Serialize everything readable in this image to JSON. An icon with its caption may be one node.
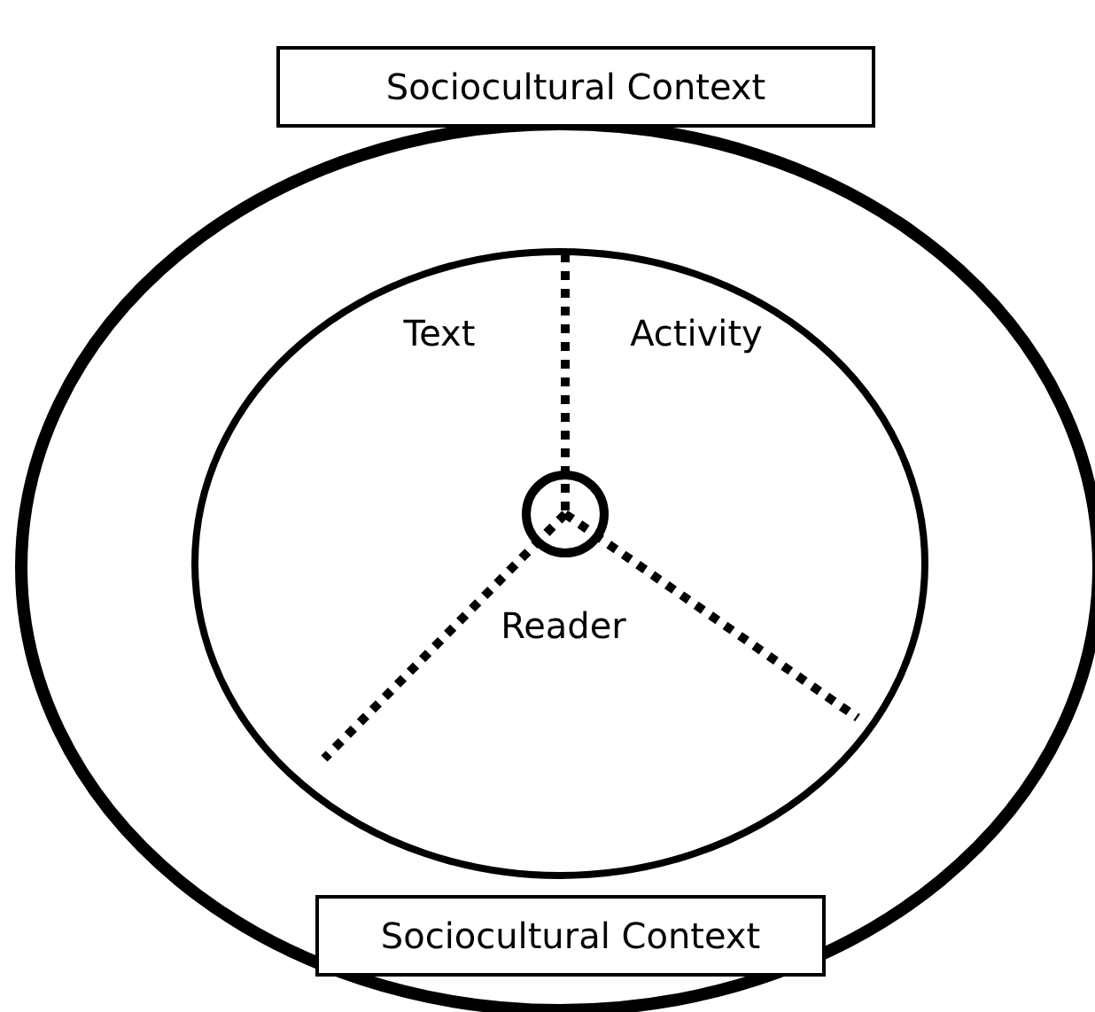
{
  "diagram": {
    "nodes": [
      {
        "text": [
          "Sociocultural Context"
        ]
      },
      {
        "text": [
          "Sociocultural Context"
        ]
      }
    ],
    "labels": [
      "Text",
      "Activity",
      "Reader"
    ]
  }
}
